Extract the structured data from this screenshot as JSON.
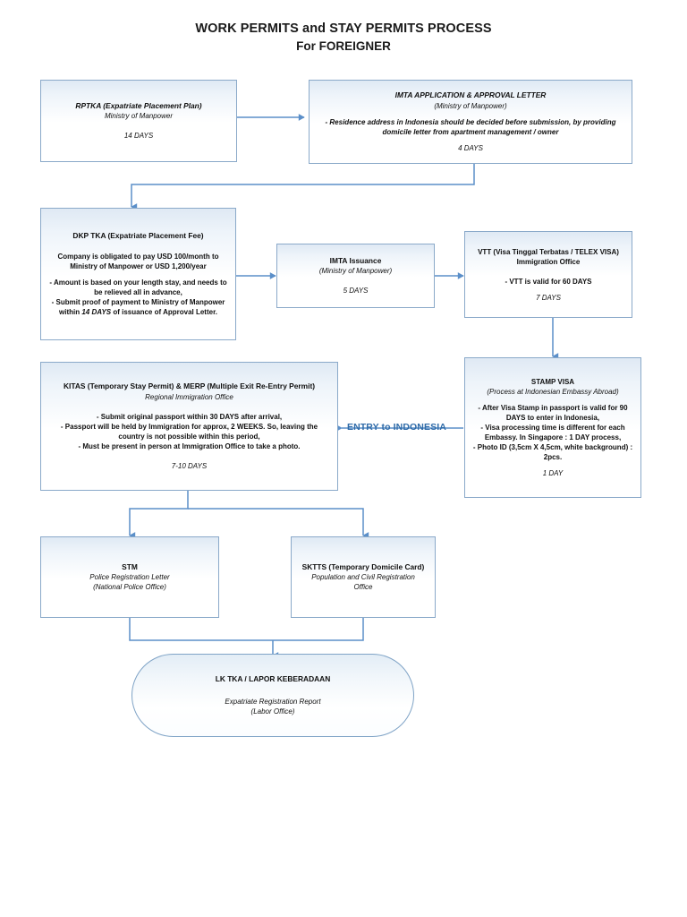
{
  "document": {
    "title_line1": "WORK PERMITS and STAY PERMITS PROCESS",
    "title_line2": "For FOREIGNER"
  },
  "colors": {
    "connector": "#5b8fc9",
    "node_border": "#8aa9c9",
    "entry_label": "#2f6ba8",
    "node_fill_top": "#dfe9f4",
    "node_fill_bottom": "#ffffff"
  },
  "entry_label": {
    "text": "ENTRY to INDONESIA"
  },
  "nodes": {
    "rptka": {
      "title": "RPTKA (Expatriate Placement Plan)",
      "subtitle": "Ministry of Manpower",
      "duration": "14 DAYS"
    },
    "imta_application": {
      "title": "IMTA APPLICATION & APPROVAL LETTER",
      "subtitle": "(Ministry of Manpower)",
      "note_line1": "- Residence address in Indonesia should be decided before submission, by providing",
      "note_line2": "domicile letter from apartment management / owner",
      "duration": "4 DAYS"
    },
    "dkp_tka": {
      "title": "DKP TKA (Expatriate Placement Fee)",
      "body_line1": "Company is obligated to pay USD 100/month to",
      "body_line2": "Ministry of Manpower or USD 1,200/year",
      "note_line1": "- Amount is based on your length stay, and needs to",
      "note_line2": "be relieved all in advance,",
      "note_line3": "- Submit proof of payment to Ministry of Manpower",
      "note_line4_pre": "within ",
      "note_line4_em": "14 DAYS",
      "note_line4_post": " of issuance of Approval Letter."
    },
    "imta_issuance": {
      "title": "IMTA Issuance",
      "subtitle": "(Ministry of Manpower)",
      "duration": "5 DAYS"
    },
    "vtt": {
      "title": "VTT (Visa Tinggal Terbatas / TELEX VISA)",
      "subtitle": "Immigration Office",
      "note": "- VTT is valid for 60 DAYS",
      "duration": "7 DAYS"
    },
    "stamp_visa": {
      "title": "STAMP VISA",
      "subtitle": "(Process at Indonesian Embassy Abroad)",
      "note_line1": "- After Visa Stamp in passport is valid for 90",
      "note_line2": "DAYS to enter in Indonesia,",
      "note_line3": "- Visa processing time is different for each",
      "note_line4": "Embassy. In Singapore : 1 DAY process,",
      "note_line5": "- Photo ID (3,5cm X 4,5cm, white background) :",
      "note_line6": "2pcs.",
      "duration": "1 DAY"
    },
    "kitas_merp": {
      "title": "KITAS (Temporary Stay Permit) & MERP (Multiple Exit Re-Entry Permit)",
      "subtitle": "Regional Immigration Office",
      "note_line1": "- Submit original passport within 30 DAYS after arrival,",
      "note_line2": "- Passport will be held by Immigration for approx, 2 WEEKS. So, leaving the",
      "note_line3": "country is not possible within this period,",
      "note_line4": "- Must be present in person at Immigration Office to take a photo.",
      "duration": "7-10 DAYS"
    },
    "stm": {
      "title": "STM",
      "subtitle_line1": "Police Registration Letter",
      "subtitle_line2": "(National Police Office)"
    },
    "sktts": {
      "title": "SKTTS (Temporary Domicile Card)",
      "subtitle_line1": "Population and Civil Registration",
      "subtitle_line2": "Office"
    },
    "lk_tka": {
      "title": "LK TKA  / LAPOR KEBERADAAN",
      "subtitle_line1": "Expatriate Registration Report",
      "subtitle_line2": "(Labor Office)"
    }
  }
}
